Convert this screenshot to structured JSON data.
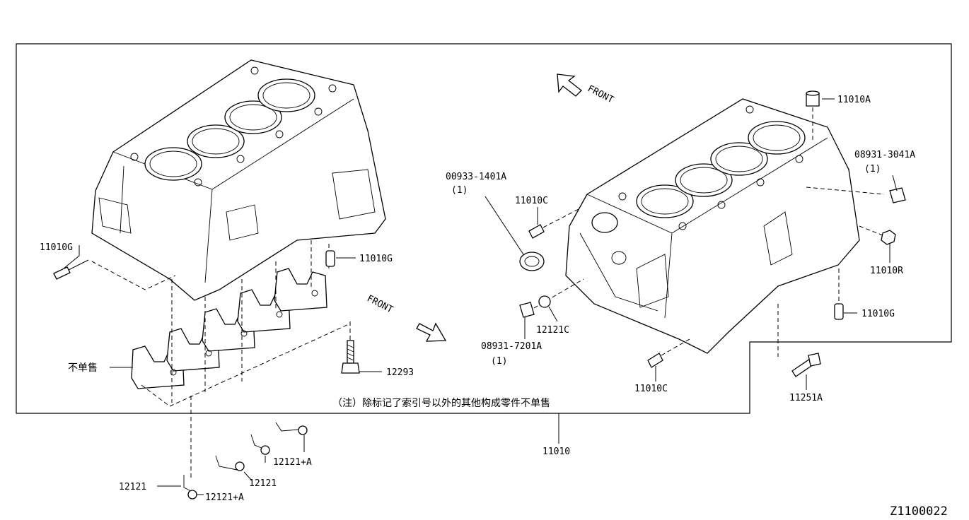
{
  "diagram": {
    "labels": {
      "l_11010G_left": "11010G",
      "l_11010G_mid": "11010G",
      "l_11010G_right": "11010G",
      "l_11010A": "11010A",
      "l_08931_3041A": "08931-3041A",
      "l_qty_3041A": "(1)",
      "l_00933_1401A": "00933-1401A",
      "l_qty_1401A": "(1)",
      "l_11010C_top": "11010C",
      "l_11010C_bottom": "11010C",
      "l_11010R": "11010R",
      "l_12121C": "12121C",
      "l_08931_7201A": "08931-7201A",
      "l_qty_7201A": "(1)",
      "l_12293": "12293",
      "l_11251A": "11251A",
      "l_11010": "11010",
      "l_12121_a": "12121",
      "l_12121_b": "12121",
      "l_12121A_a": "12121+A",
      "l_12121A_b": "12121+A",
      "l_not_sold": "不单售",
      "l_note": "（注）除标记了索引号以外的其他构成零件不单售",
      "l_front_upper": "FRONT",
      "l_front_lower": "FRONT",
      "l_diagram_code": "Z1100022"
    }
  }
}
